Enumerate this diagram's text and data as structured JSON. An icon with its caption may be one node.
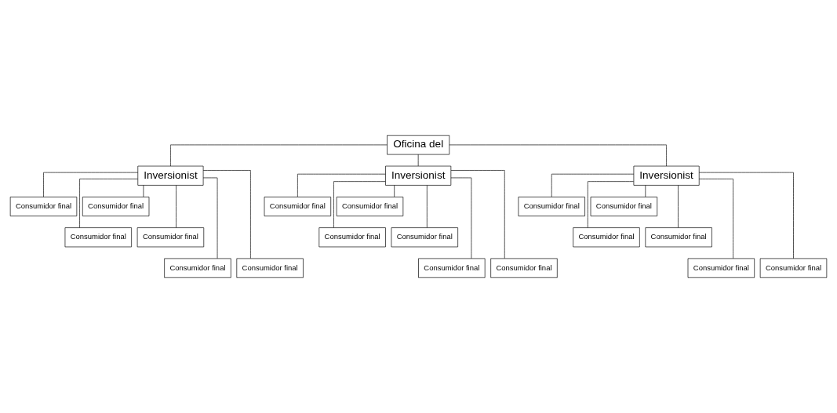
{
  "diagram": {
    "nodes": [
      {
        "text": [
          "Oficina del"
        ]
      },
      {
        "text": [
          "Inversionist"
        ]
      },
      {
        "text": [
          "Inversionist"
        ]
      },
      {
        "text": [
          "Inversionist"
        ]
      },
      {
        "text": [
          "Consumidor final"
        ]
      },
      {
        "text": [
          "Consumidor final"
        ]
      },
      {
        "text": [
          "Consumidor final"
        ]
      },
      {
        "text": [
          "Consumidor final"
        ]
      },
      {
        "text": [
          "Consumidor final"
        ]
      },
      {
        "text": [
          "Consumidor final"
        ]
      },
      {
        "text": [
          "Consumidor final"
        ]
      },
      {
        "text": [
          "Consumidor final"
        ]
      },
      {
        "text": [
          "Consumidor final"
        ]
      },
      {
        "text": [
          "Consumidor final"
        ]
      },
      {
        "text": [
          "Consumidor final"
        ]
      },
      {
        "text": [
          "Consumidor final"
        ]
      },
      {
        "text": [
          "Consumidor final"
        ]
      },
      {
        "text": [
          "Consumidor final"
        ]
      },
      {
        "text": [
          "Consumidor final"
        ]
      },
      {
        "text": [
          "Consumidor final"
        ]
      },
      {
        "text": [
          "Consumidor final"
        ]
      },
      {
        "text": [
          "Consumidor final"
        ]
      }
    ],
    "edges": [
      {
        "from": 0,
        "to": 1,
        "arrow": "none"
      },
      {
        "from": 0,
        "to": 2,
        "arrow": "none"
      },
      {
        "from": 0,
        "to": 3,
        "arrow": "none"
      },
      {
        "from": 1,
        "to": 4,
        "arrow": "none"
      },
      {
        "from": 1,
        "to": 5,
        "arrow": "none"
      },
      {
        "from": 2,
        "to": 6,
        "arrow": "none"
      },
      {
        "from": 2,
        "to": 7,
        "arrow": "none"
      },
      {
        "from": 3,
        "to": 8,
        "arrow": "none"
      },
      {
        "from": 3,
        "to": 9,
        "arrow": "none"
      },
      {
        "from": 1,
        "to": 10,
        "arrow": "none"
      },
      {
        "from": 1,
        "to": 11,
        "arrow": "none"
      },
      {
        "from": 2,
        "to": 12,
        "arrow": "none"
      },
      {
        "from": 2,
        "to": 13,
        "arrow": "none"
      },
      {
        "from": 3,
        "to": 14,
        "arrow": "none"
      },
      {
        "from": 3,
        "to": 15,
        "arrow": "none"
      },
      {
        "from": 1,
        "to": 16,
        "arrow": "none"
      },
      {
        "from": 1,
        "to": 17,
        "arrow": "none"
      },
      {
        "from": 2,
        "to": 18,
        "arrow": "none"
      },
      {
        "from": 2,
        "to": 19,
        "arrow": "none"
      },
      {
        "from": 3,
        "to": 20,
        "arrow": "none"
      },
      {
        "from": 3,
        "to": 21,
        "arrow": "none"
      }
    ]
  }
}
